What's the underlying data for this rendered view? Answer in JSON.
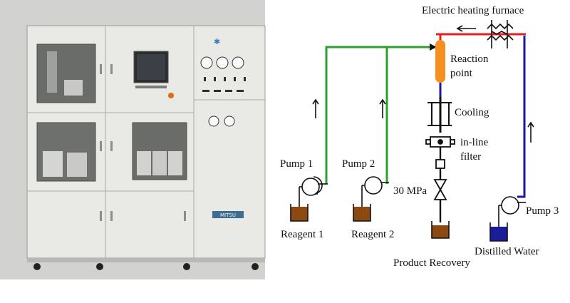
{
  "photo": {
    "brand_plate": "MITSU"
  },
  "diagram": {
    "labels": {
      "furnace": "Electric heating furnace",
      "reaction_1": "Reaction",
      "reaction_2": "point",
      "cooling": "Cooling",
      "filter_1": "in-line",
      "filter_2": "filter",
      "pressure": "30 MPa",
      "pump1": "Pump 1",
      "pump2": "Pump 2",
      "pump3": "Pump 3",
      "reagent1": "Reagent 1",
      "reagent2": "Reagent 2",
      "product": "Product Recovery",
      "water": "Distilled Water"
    },
    "colors": {
      "green_line": "#2ca02c",
      "red_line": "#e02020",
      "blue_line": "#1a1aa0",
      "reaction_tube": "#f5901e",
      "reagent_liquid": "#8a4a12",
      "water_liquid": "#1c1c9a"
    }
  }
}
